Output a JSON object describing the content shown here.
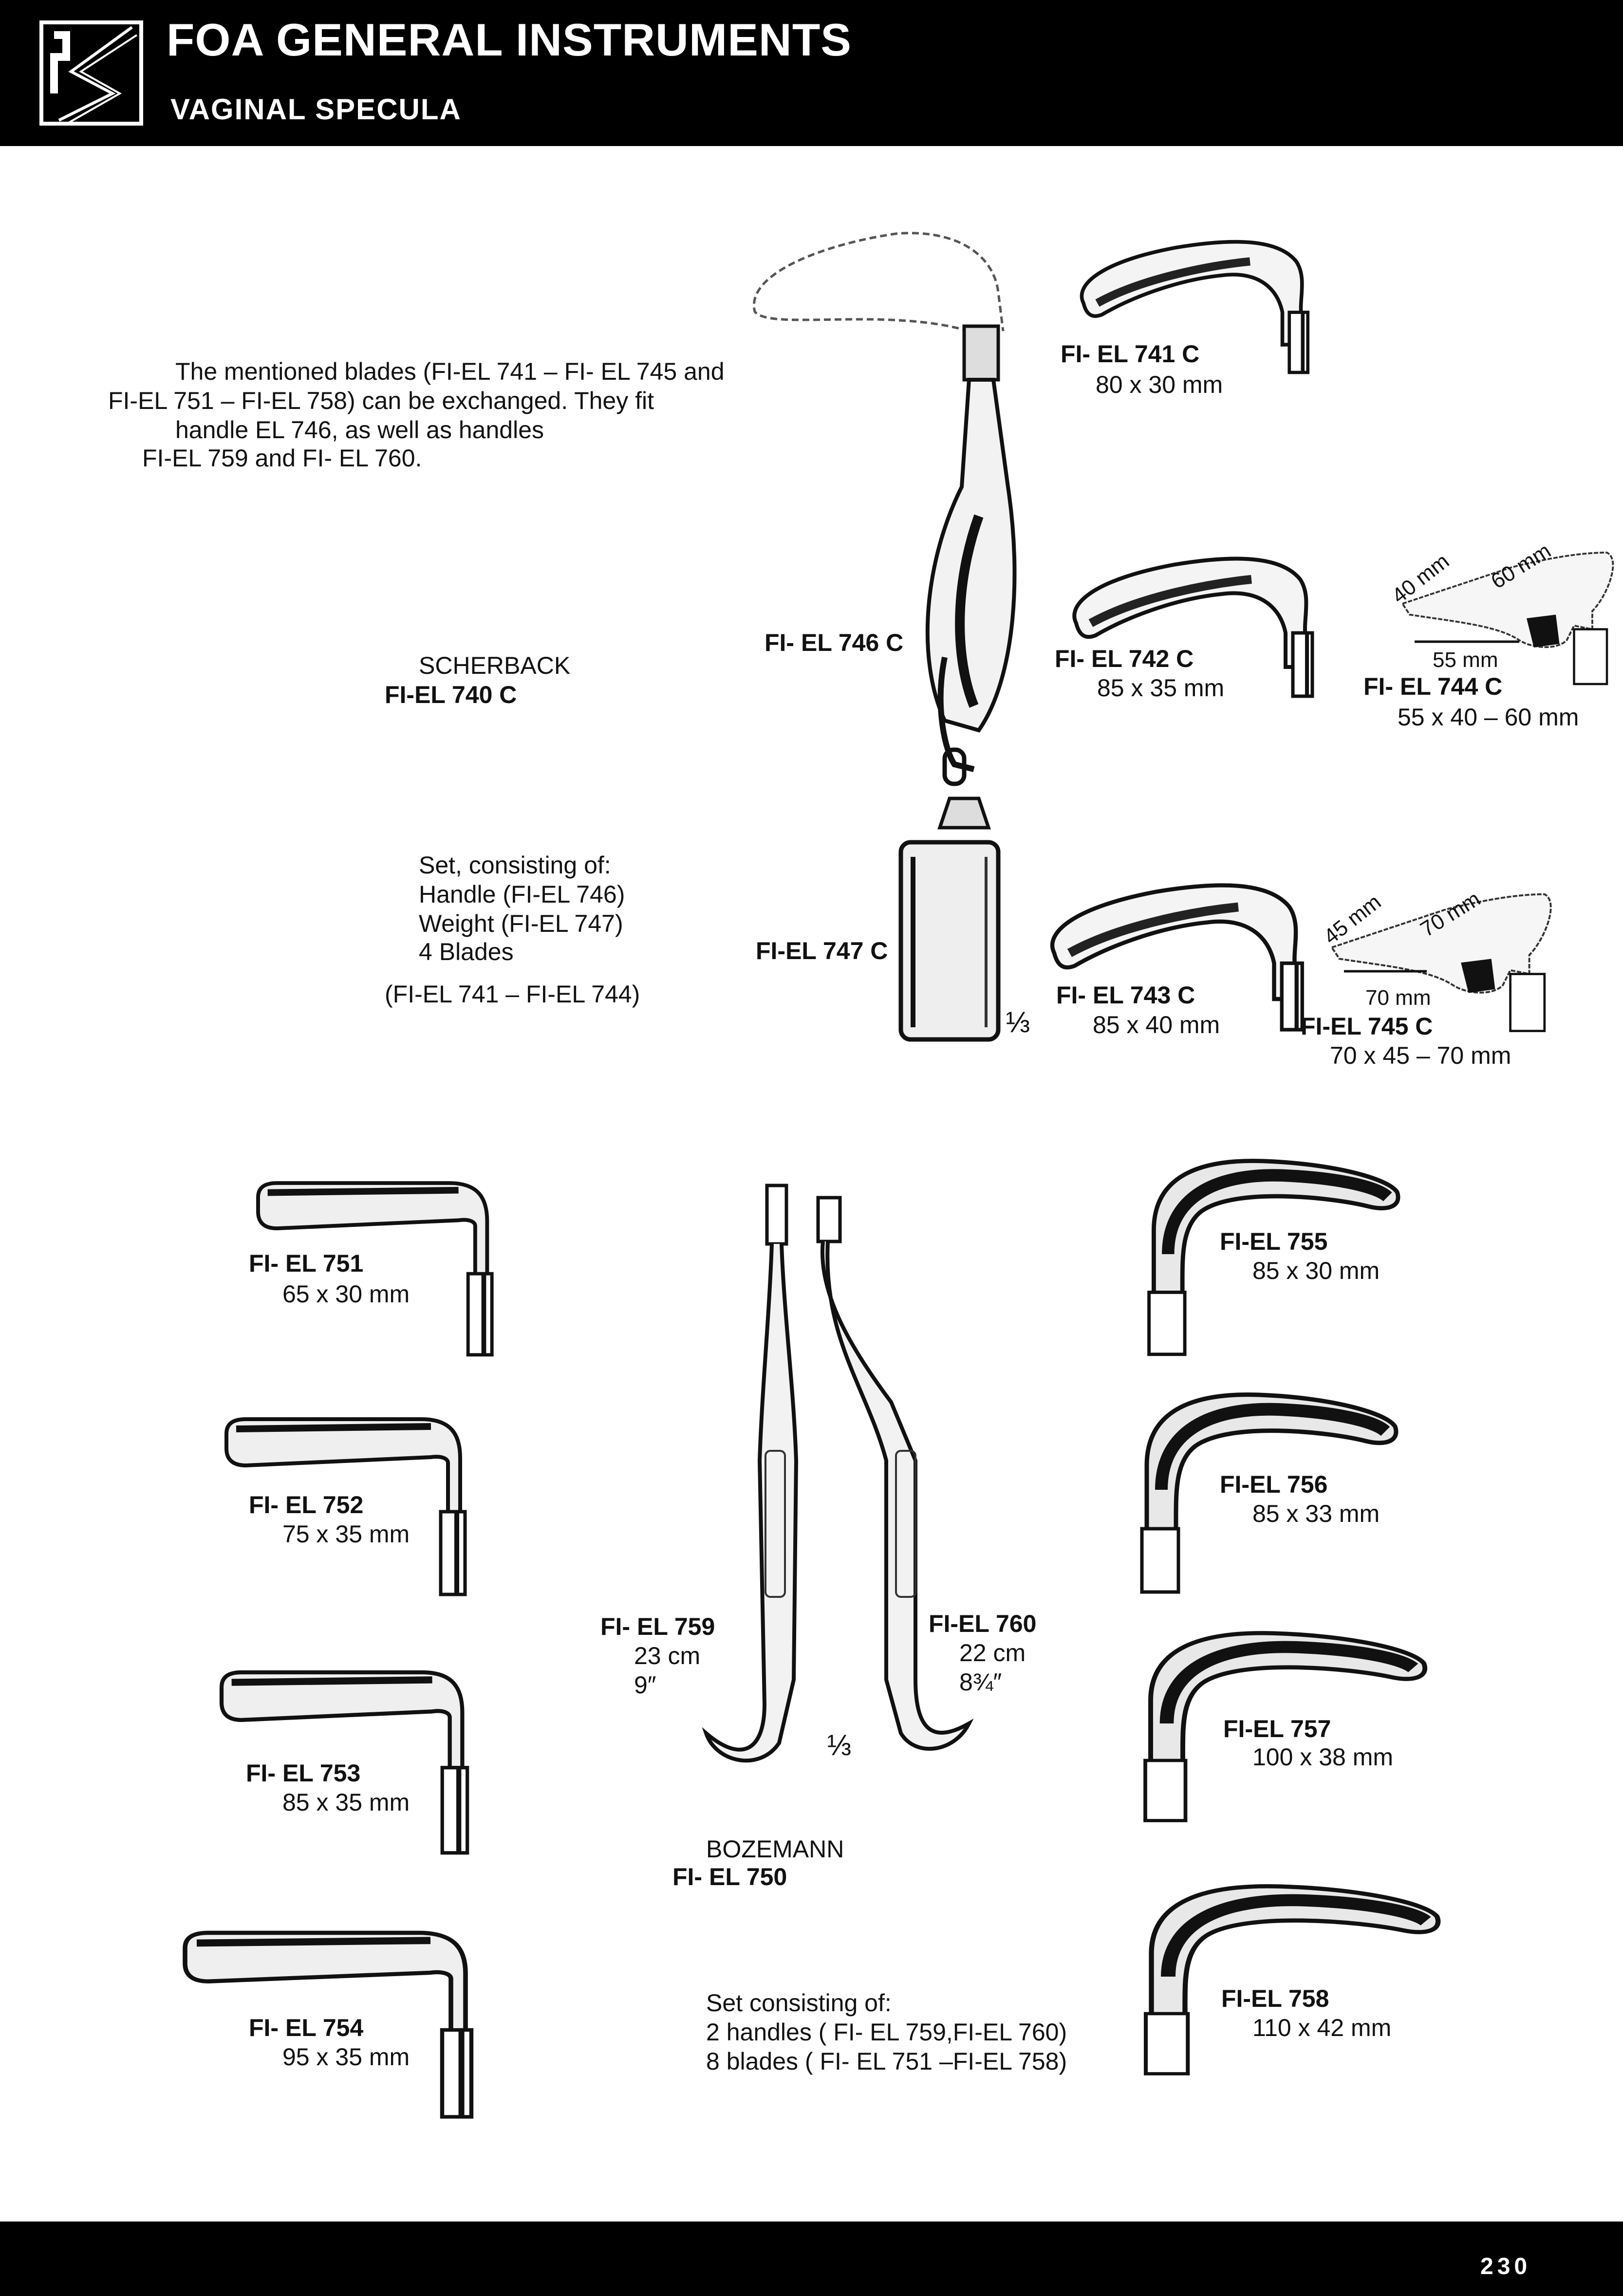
{
  "header": {
    "title": "FOA GENERAL INSTRUMENTS",
    "subtitle": "VAGINAL SPECULA",
    "logo_text": "FS"
  },
  "intro": {
    "lines": [
      "The mentioned blades (FI-EL 741 –   FI- EL 745 and",
      "FI-EL 751 – FI-EL 758) can be exchanged. They fit",
      "handle EL 746, as well as handles",
      "FI-EL 759 and FI- EL 760."
    ]
  },
  "scherback": {
    "name": "SCHERBACK",
    "code": "FI-EL 740 C",
    "handle_code": "FI- EL 746 C",
    "weight_code": "FI-EL 747 C",
    "scale": "⅓",
    "set_lines": [
      "Set, consisting of:",
      "Handle (FI-EL 746)",
      "Weight (FI-EL 747)",
      "4 Blades",
      "(FI-EL 741 – FI-EL 744)"
    ],
    "blades": [
      {
        "code": "FI- EL 741 C",
        "size": "80 x 30 mm"
      },
      {
        "code": "FI- EL 742 C",
        "size": "85 x 35 mm"
      },
      {
        "code": "FI- EL 743 C",
        "size": "85 x 40 mm"
      },
      {
        "code": "FI- EL 744 C",
        "size": "55 x 40 – 60 mm",
        "dims": [
          "40 mm",
          "60 mm",
          "55 mm"
        ]
      },
      {
        "code": "FI-EL 745 C",
        "size": "70 x 45 – 70 mm",
        "dims": [
          "45 mm",
          "70 mm",
          "70 mm"
        ]
      }
    ]
  },
  "bozemann": {
    "name": "BOZEMANN",
    "code": "FI- EL 750",
    "scale": "⅓",
    "handles": [
      {
        "code": "FI- EL 759",
        "cm": "23 cm",
        "inch": "9″"
      },
      {
        "code": "FI-EL 760",
        "cm": "22 cm",
        "inch": "8¾″"
      }
    ],
    "set_lines": [
      "Set consisting of:",
      "2 handles ( FI-  EL 759,FI-EL 760)",
      "8 blades (  FI- EL 751 –FI-EL 758)"
    ],
    "blades_left": [
      {
        "code": "FI- EL 751",
        "size": "65 x 30 mm"
      },
      {
        "code": "FI- EL 752",
        "size": "75 x 35 mm"
      },
      {
        "code": "FI- EL 753",
        "size": "85 x 35 mm"
      },
      {
        "code": "FI- EL 754",
        "size": "95 x 35 mm"
      }
    ],
    "blades_right": [
      {
        "code": "FI-EL 755",
        "size": "85 x 30 mm"
      },
      {
        "code": "FI-EL 756",
        "size": "85 x 33 mm"
      },
      {
        "code": "FI-EL 757",
        "size": "100 x 38 mm"
      },
      {
        "code": "FI-EL 758",
        "size": "110 x 42 mm"
      }
    ]
  },
  "footer": {
    "page_number": "230"
  },
  "colors": {
    "band": "#000000",
    "ink": "#111111",
    "paper": "#ffffff"
  }
}
